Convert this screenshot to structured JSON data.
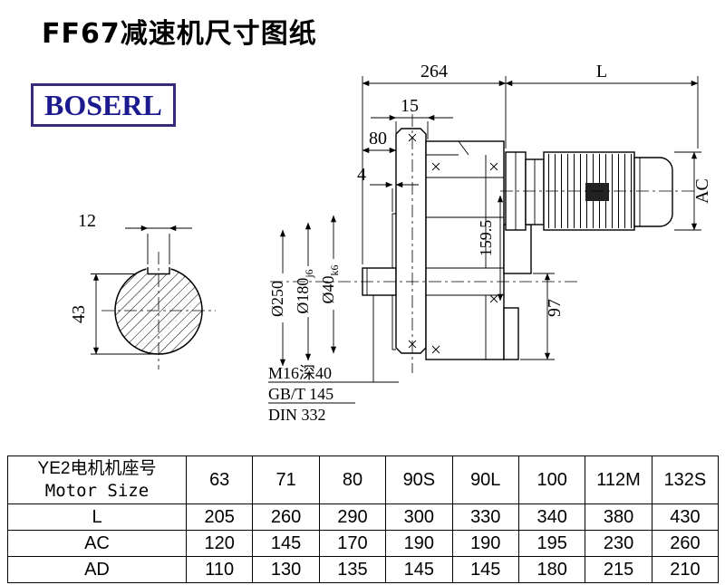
{
  "page": {
    "title": "FF67减速机尺寸图纸",
    "brand": "BOSERL"
  },
  "colors": {
    "brand_text": "#1b1b8f",
    "brand_border": "#3a2a7e",
    "drawing_line": "#000000"
  },
  "drawing": {
    "dims": {
      "top_width": "264",
      "motor_length_label": "L",
      "flange_thickness": "15",
      "shaft_length": "80",
      "spigot_offset": "4",
      "motor_height_label": "AC",
      "key_width": "12",
      "shaft_flat": "43",
      "flange_dia": "Ø250",
      "spigot_dia": {
        "base": "Ø180",
        "tol": "j6"
      },
      "shaft_dia": {
        "base": "Ø40",
        "tol": "k6"
      },
      "center_height": "159.5",
      "bottom_height": "97"
    },
    "notes": {
      "tap": "M16深40",
      "std1": "GB/T 145",
      "std2": "DIN 332"
    }
  },
  "table": {
    "header_cn": "YE2电机机座号",
    "header_en": "Motor Size",
    "columns": [
      "63",
      "71",
      "80",
      "90S",
      "90L",
      "100",
      "112M",
      "132S"
    ],
    "rows": [
      {
        "label": "L",
        "values": [
          "205",
          "260",
          "290",
          "300",
          "330",
          "340",
          "380",
          "430"
        ]
      },
      {
        "label": "AC",
        "values": [
          "120",
          "145",
          "170",
          "190",
          "190",
          "195",
          "230",
          "260"
        ]
      },
      {
        "label": "AD",
        "values": [
          "110",
          "130",
          "135",
          "145",
          "145",
          "180",
          "215",
          "210"
        ]
      }
    ]
  }
}
